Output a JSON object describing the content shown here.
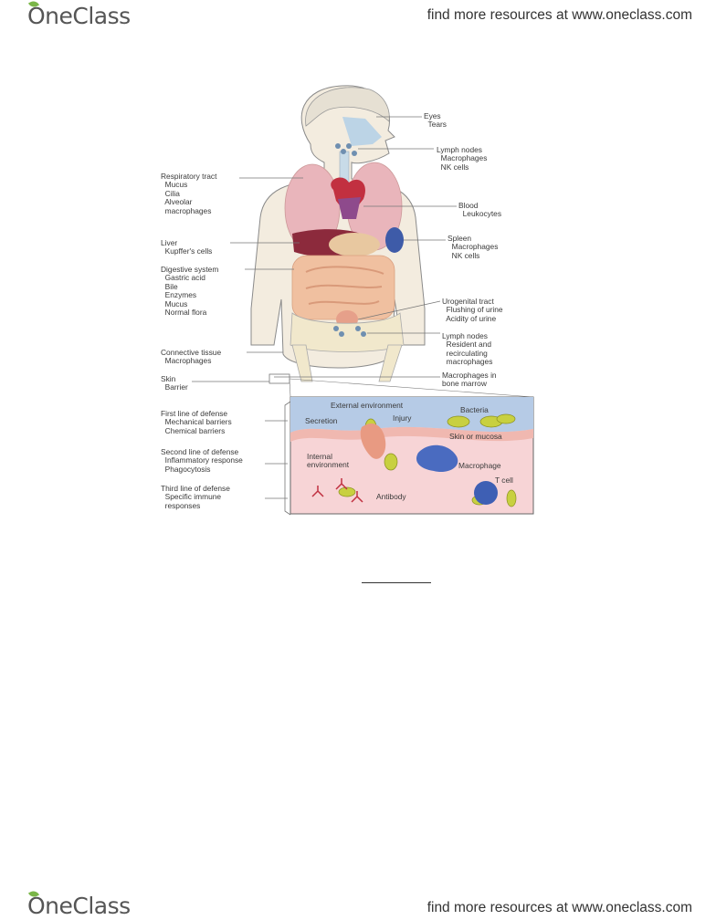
{
  "header": {
    "brand": "OneClass",
    "tagline": "find more resources at www.oneclass.com"
  },
  "figure": {
    "left_labels": [
      "Respiratory tract\n  Mucus\n  Cilia\n  Alveolar\n  macrophages",
      "Liver\n  Kupffer's cells",
      "Digestive system\n  Gastric acid\n  Bile\n  Enzymes\n  Mucus\n  Normal flora",
      "Connective tissue\n  Macrophages",
      "Skin\n  Barrier",
      "First line of defense\n  Mechanical barriers\n  Chemical barriers",
      "Second line of defense\n  Inflammatory response\n  Phagocytosis",
      "Third line of defense\n  Specific immune\n  responses"
    ],
    "right_labels": [
      "Eyes\n  Tears",
      "Lymph nodes\n  Macrophages\n  NK cells",
      "Blood\n  Leukocytes",
      "Spleen\n  Macrophages\n  NK cells",
      "Urogenital tract\n  Flushing of urine\n  Acidity of urine",
      "Lymph nodes\n  Resident and\n  recirculating\n  macrophages",
      "Macrophages in\nbone marrow"
    ],
    "inset_labels": {
      "external": "External environment",
      "bacteria": "Bacteria",
      "secretion": "Secretion",
      "injury": "Injury",
      "skin": "Skin or mucosa",
      "internal": "Internal\nenvironment",
      "macrophage": "Macrophage",
      "tcell": "T cell",
      "antibody": "Antibody"
    }
  },
  "footer": {
    "brand": "OneClass",
    "tagline": "find more resources at www.oneclass.com"
  }
}
